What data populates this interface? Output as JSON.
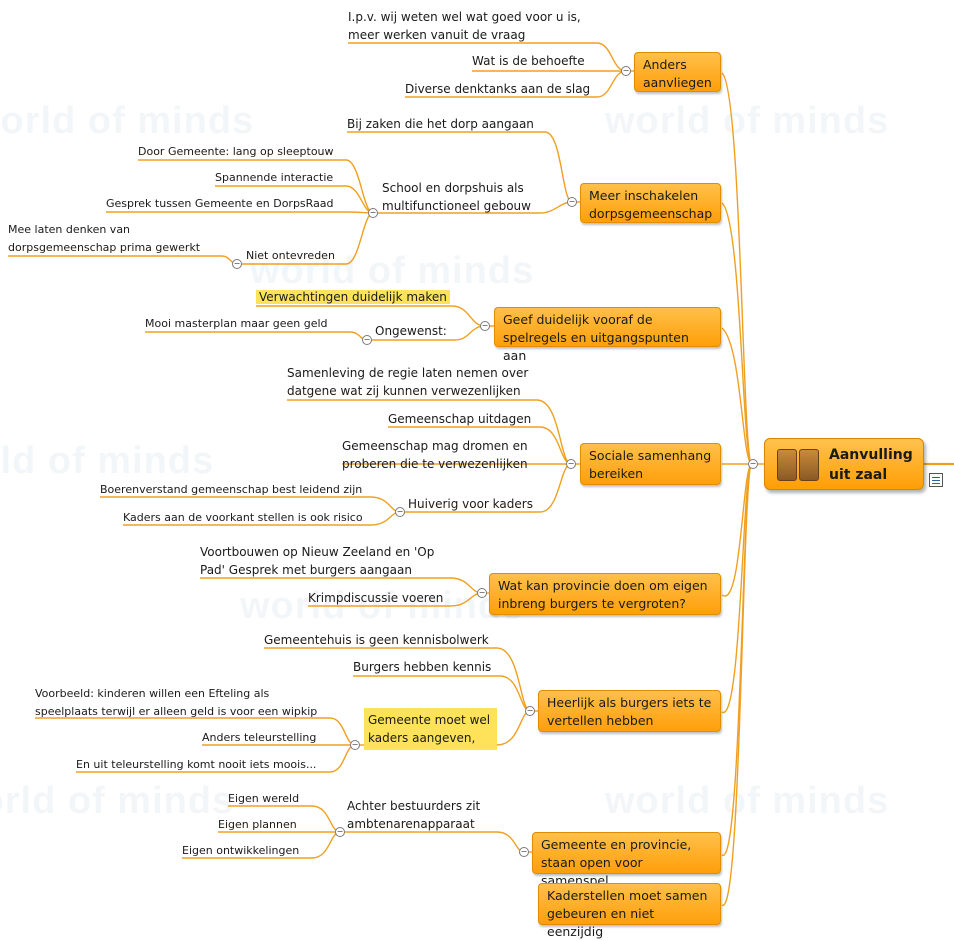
{
  "center": {
    "line1": "Aanvulling",
    "line2": "uit zaal",
    "icon": "chairs-icon"
  },
  "branches": {
    "b1": {
      "label": "Anders aanvliegen",
      "items": [
        "I.p.v. wij weten wel wat goed voor u is, meer werken vanuit de vraag",
        "Wat is de behoefte",
        "Diverse denktanks aan de slag"
      ]
    },
    "b2": {
      "label": "Meer inschakelen dorpsgemeenschap",
      "items": [
        "Bij zaken die het dorp aangaan",
        "School en dorpshuis als multifunctioneel gebouw"
      ],
      "sub": [
        "Door Gemeente: lang op sleeptouw",
        "Spannende interactie",
        "Gesprek tussen Gemeente en DorpsRaad",
        "Niet ontevreden"
      ],
      "subsub": [
        "Mee laten denken van dorpsgemeenschap prima gewerkt"
      ]
    },
    "b3": {
      "label": "Geef duidelijk vooraf de spelregels en uitgangspunten aan",
      "items": [
        "Verwachtingen duidelijk maken",
        "Ongewenst:"
      ],
      "sub": [
        "Mooi masterplan maar geen geld"
      ]
    },
    "b4": {
      "label": "Sociale samenhang bereiken",
      "items": [
        "Samenleving de regie laten nemen over datgene wat zij kunnen verwezenlijken",
        "Gemeenschap uitdagen",
        "Gemeenschap mag dromen en proberen die te verwezenlijken",
        "Huiverig voor kaders"
      ],
      "sub": [
        "Boerenverstand gemeenschap best leidend zijn",
        "Kaders aan de voorkant stellen is ook risico"
      ]
    },
    "b5": {
      "label": "Wat kan provincie doen om eigen inbreng  burgers te vergroten?",
      "items": [
        "Voortbouwen op Nieuw Zeeland en 'Op Pad' Gesprek met burgers aangaan",
        "Krimpdiscussie voeren"
      ]
    },
    "b6": {
      "label": "Heerlijk als burgers iets te vertellen hebben",
      "items": [
        "Gemeentehuis is geen kennisbolwerk",
        "Burgers hebben kennis",
        "Gemeente moet wel kaders aangeven,"
      ],
      "sub": [
        "Voorbeeld:  kinderen willen een Efteling als speelplaats terwijl er alleen geld is voor een wipkip",
        "Anders teleurstelling",
        "En uit teleurstelling komt nooit iets moois..."
      ]
    },
    "b7": {
      "label": "Gemeente en provincie, staan open voor samenspel",
      "items": [
        "Achter bestuurders zit ambtenarenapparaat"
      ],
      "sub": [
        "Eigen wereld",
        "Eigen plannen",
        "Eigen ontwikkelingen"
      ]
    },
    "b8": {
      "label": "Kaderstellen moet samen gebeuren en niet eenzijdig"
    }
  },
  "watermark": "world of minds",
  "collapse_symbol": "−",
  "colors": {
    "node_fill": "#ff9f0a",
    "node_border": "#e08e00",
    "line": "#f0a020",
    "highlight": "#fde25a"
  }
}
